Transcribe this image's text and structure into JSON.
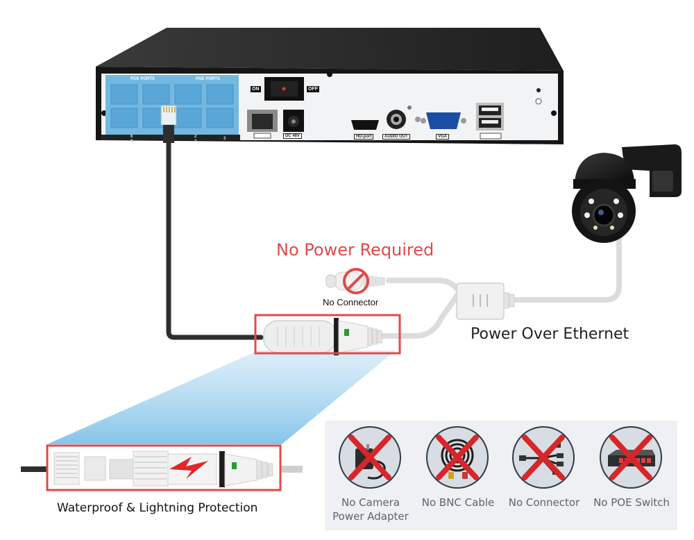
{
  "nvr": {
    "poe_group_label_1": "POE PORTS",
    "poe_group_label_2": "POE PORTS",
    "port_numbers": [
      "6",
      "8",
      "2",
      "4",
      "3"
    ],
    "switch_on": "ON",
    "switch_off": "OFF",
    "dc_label": "DC 48V",
    "hd_label": "HD-port",
    "audio_label": "AUDIO OUT",
    "vga_label": "VGA"
  },
  "labels": {
    "no_power_required": "No Power Required",
    "no_connector_small": "No Connector",
    "power_over_ethernet": "Power Over Ethernet",
    "waterproof": "Waterproof & Lightning Protection"
  },
  "no_items": [
    {
      "line1": "No Camera",
      "line2": "Power Adapter",
      "icon": "power-adapter-icon"
    },
    {
      "line1": "No BNC Cable",
      "line2": "",
      "icon": "bnc-cable-icon"
    },
    {
      "line1": "No Connector",
      "line2": "",
      "icon": "splitter-connector-icon"
    },
    {
      "line1": "No POE Switch",
      "line2": "",
      "icon": "poe-switch-icon"
    }
  ],
  "colors": {
    "highlight_red": "#e04a4a",
    "poe_blue": "#72b8e2",
    "cable_dark": "#2e2e2e",
    "cable_light": "#dcdcdc",
    "beam_blue": "#a8d4ee",
    "x_mark": "#d7262a"
  }
}
